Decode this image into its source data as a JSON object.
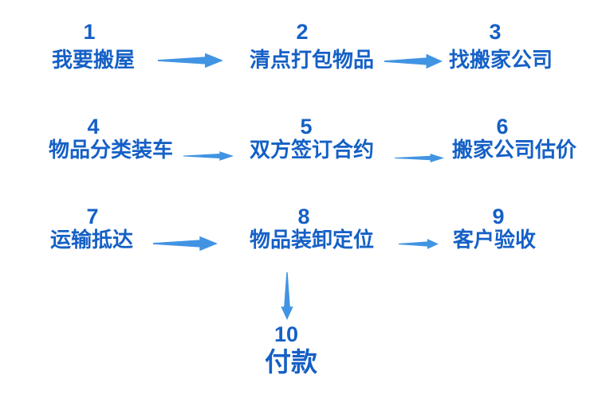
{
  "colors": {
    "text": "#1560c6",
    "arrow": "#4194e2",
    "background": "#ffffff"
  },
  "flowchart": {
    "steps": [
      {
        "num": "1",
        "label": "我要搬屋"
      },
      {
        "num": "2",
        "label": "清点打包物品"
      },
      {
        "num": "3",
        "label": "找搬家公司"
      },
      {
        "num": "4",
        "label": "物品分类装车"
      },
      {
        "num": "5",
        "label": "双方签订合约"
      },
      {
        "num": "6",
        "label": "搬家公司估价"
      },
      {
        "num": "7",
        "label": "运输抵达"
      },
      {
        "num": "8",
        "label": "物品装卸定位"
      },
      {
        "num": "9",
        "label": "客户验收"
      },
      {
        "num": "10",
        "label": "付款"
      }
    ],
    "connections": [
      {
        "from": "1",
        "to": "2",
        "direction": "right"
      },
      {
        "from": "2",
        "to": "3",
        "direction": "right"
      },
      {
        "from": "4",
        "to": "5",
        "direction": "right"
      },
      {
        "from": "5",
        "to": "6",
        "direction": "right"
      },
      {
        "from": "7",
        "to": "8",
        "direction": "right"
      },
      {
        "from": "8",
        "to": "9",
        "direction": "right"
      },
      {
        "from": "8",
        "to": "10",
        "direction": "down"
      }
    ]
  }
}
